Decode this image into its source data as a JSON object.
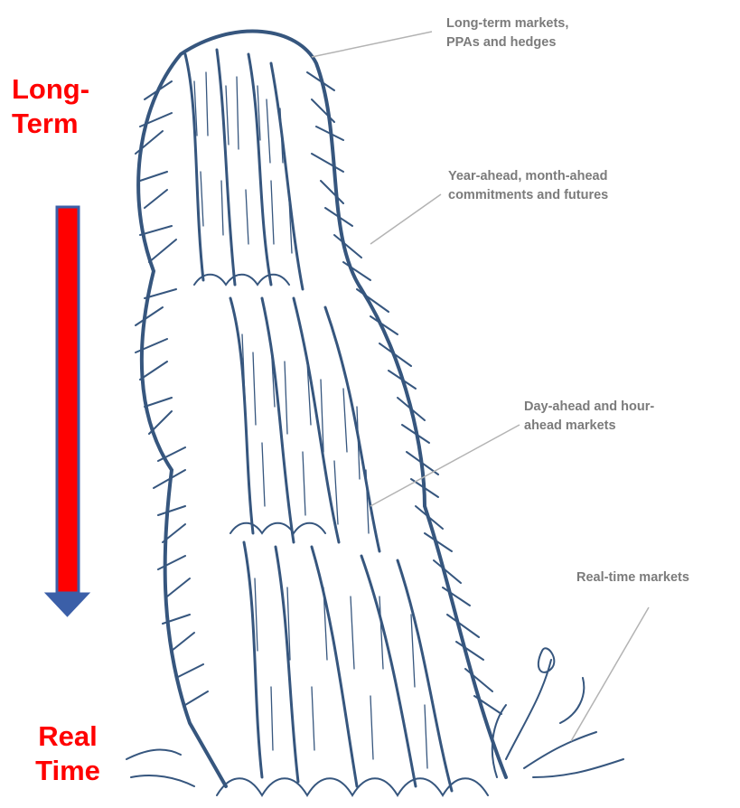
{
  "labels": {
    "long_term": [
      "Long-",
      "Term"
    ],
    "real_time": [
      "Real",
      "Time"
    ]
  },
  "annotations": [
    [
      "Long-term markets,",
      "PPAs and hedges"
    ],
    [
      "Year-ahead, month-ahead",
      "commitments and futures"
    ],
    [
      "Day-ahead and hour-",
      "ahead markets"
    ],
    [
      "Real-time markets"
    ]
  ],
  "colors": {
    "label_text": "#ff0000",
    "arrow_fill": "#ff0000",
    "arrow_outline": "#3b5fa8",
    "annotation_text": "#7b7b7b",
    "sketch_ink": "#36567e",
    "leader_line": "#b3b3b3"
  }
}
